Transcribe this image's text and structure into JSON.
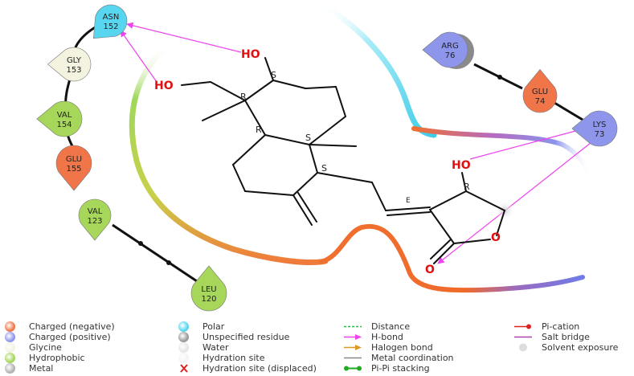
{
  "residues": [
    {
      "id": "asn152",
      "name": "ASN",
      "num": "152",
      "kind": "polar",
      "color": "#58d6f0"
    },
    {
      "id": "gly153",
      "name": "GLY",
      "num": "153",
      "kind": "glycine",
      "color": "#f3f3e0"
    },
    {
      "id": "val154",
      "name": "VAL",
      "num": "154",
      "kind": "hydrophobic",
      "color": "#a6d75a"
    },
    {
      "id": "glu155",
      "name": "GLU",
      "num": "155",
      "kind": "charged-negative",
      "color": "#f0764a"
    },
    {
      "id": "val123",
      "name": "VAL",
      "num": "123",
      "kind": "hydrophobic",
      "color": "#a6d75a"
    },
    {
      "id": "leu120",
      "name": "LEU",
      "num": "120",
      "kind": "hydrophobic",
      "color": "#a6d75a"
    },
    {
      "id": "arg76",
      "name": "ARG",
      "num": "76",
      "kind": "charged-positive",
      "color": "#8e96ec"
    },
    {
      "id": "glu74",
      "name": "GLU",
      "num": "74",
      "kind": "charged-negative",
      "color": "#f0764a"
    },
    {
      "id": "lys73",
      "name": "LYS",
      "num": "73",
      "kind": "charged-positive",
      "color": "#8e96ec"
    }
  ],
  "ligand": {
    "atoms": {
      "ho_top": "HO",
      "ho_left": "HO",
      "ho_right": "HO",
      "o_ring": "O",
      "o_carbonyl": "O"
    },
    "stereo": {
      "s1": "S",
      "r1": "R",
      "r2": "R",
      "s2": "S",
      "s3": "S",
      "r3": "R",
      "e1": "E"
    }
  },
  "legend": {
    "col1": [
      {
        "label": "Charged (negative)",
        "color": "#f0764a"
      },
      {
        "label": "Charged (positive)",
        "color": "#8e96ec"
      },
      {
        "label": "Glycine",
        "color": "#f3f3e0"
      },
      {
        "label": "Hydrophobic",
        "color": "#a6d75a"
      },
      {
        "label": "Metal",
        "color": "#b3b3b3"
      }
    ],
    "col2": [
      {
        "label": "Polar",
        "color": "#58d6f0"
      },
      {
        "label": "Unspecified residue",
        "color": "#9a9a9a"
      },
      {
        "label": "Water",
        "color": "#e6e6e6"
      },
      {
        "label": "Hydration site",
        "color": "#f3f3f3"
      },
      {
        "label": "Hydration site (displaced)",
        "color": "#dd2222"
      }
    ],
    "col3": [
      {
        "label": "Distance",
        "color": "#22bb44"
      },
      {
        "label": "H-bond",
        "color": "#ee44ee"
      },
      {
        "label": "Halogen bond",
        "color": "#dd9922"
      },
      {
        "label": "Metal coordination",
        "color": "#888888"
      },
      {
        "label": "Pi-Pi stacking",
        "color": "#22aa22"
      }
    ],
    "col4": [
      {
        "label": "Pi-cation",
        "color": "#dd2222"
      },
      {
        "label": "Salt bridge",
        "color": "#aa44aa"
      },
      {
        "label": "Solvent exposure",
        "color": "#dddddd"
      }
    ]
  }
}
